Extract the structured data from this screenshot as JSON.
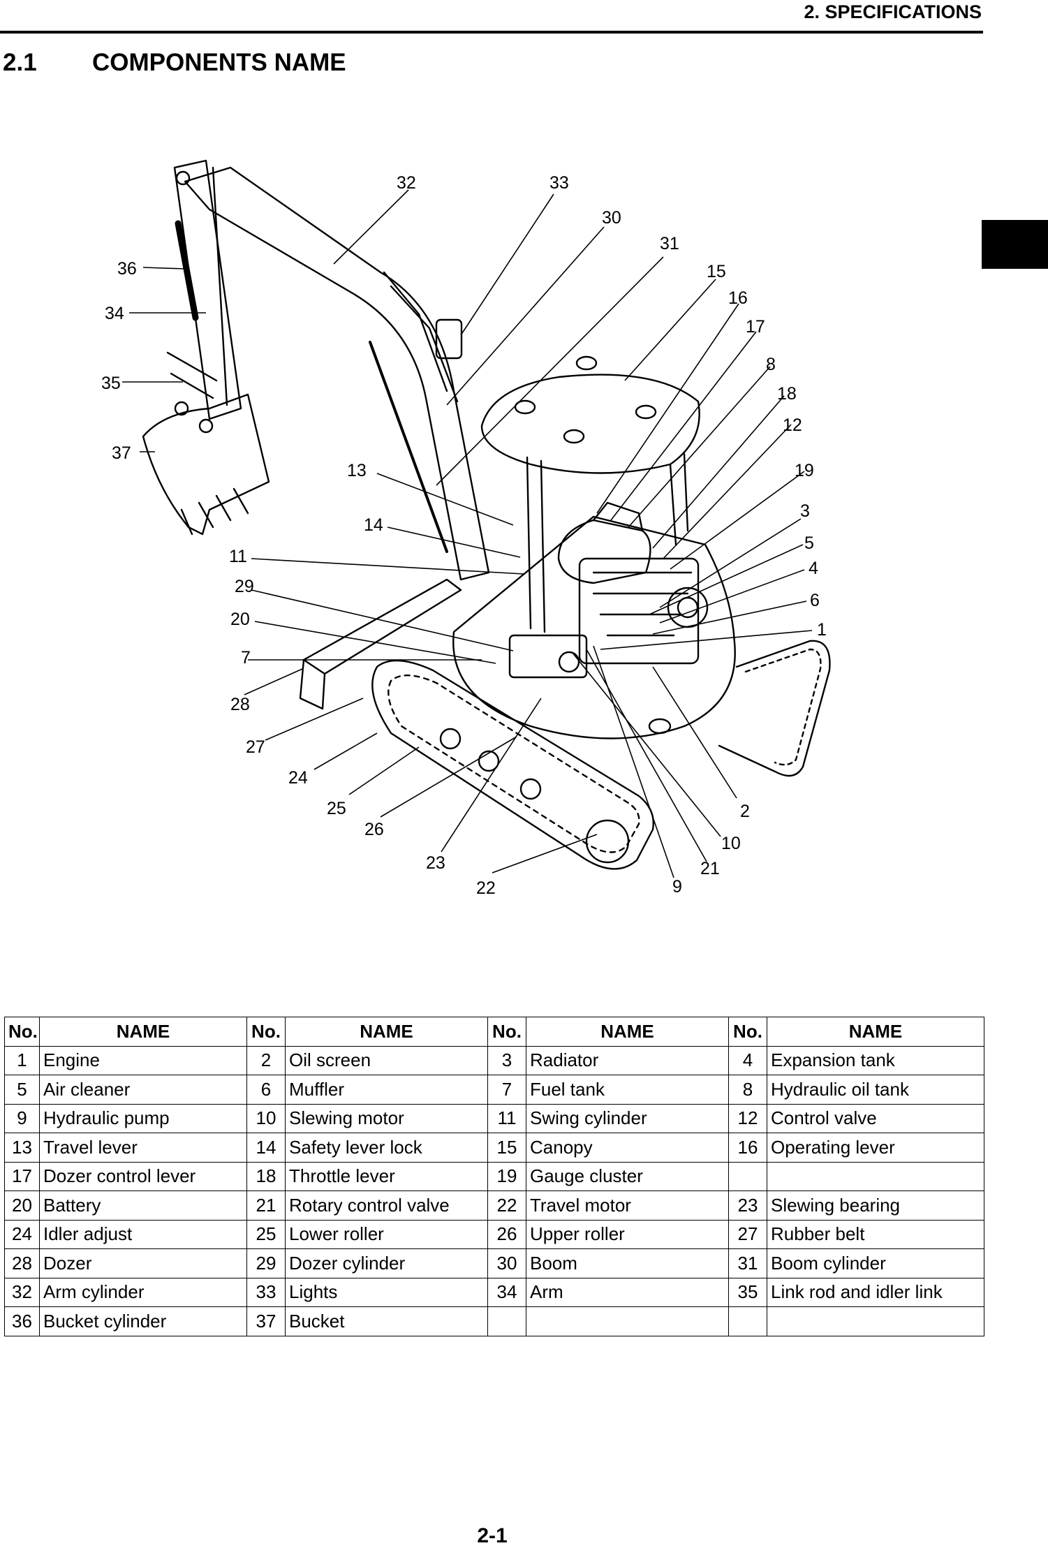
{
  "header": {
    "section": "2. SPECIFICATIONS"
  },
  "heading": {
    "number": "2.1",
    "title": "COMPONENTS NAME"
  },
  "callouts": [
    "1",
    "2",
    "3",
    "4",
    "5",
    "6",
    "7",
    "8",
    "9",
    "10",
    "11",
    "12",
    "13",
    "14",
    "15",
    "16",
    "17",
    "18",
    "19",
    "20",
    "21",
    "22",
    "23",
    "24",
    "25",
    "26",
    "27",
    "28",
    "29",
    "30",
    "31",
    "32",
    "33",
    "34",
    "35",
    "36",
    "37"
  ],
  "table": {
    "headers": [
      "No.",
      "NAME",
      "No.",
      "NAME",
      "No.",
      "NAME",
      "No.",
      "NAME"
    ],
    "rows": [
      [
        [
          "1",
          "Engine"
        ],
        [
          "2",
          "Oil screen"
        ],
        [
          "3",
          "Radiator"
        ],
        [
          "4",
          "Expansion tank"
        ]
      ],
      [
        [
          "5",
          "Air cleaner"
        ],
        [
          "6",
          "Muffler"
        ],
        [
          "7",
          "Fuel tank"
        ],
        [
          "8",
          "Hydraulic oil tank"
        ]
      ],
      [
        [
          "9",
          "Hydraulic pump"
        ],
        [
          "10",
          "Slewing motor"
        ],
        [
          "11",
          "Swing cylinder"
        ],
        [
          "12",
          "Control valve"
        ]
      ],
      [
        [
          "13",
          "Travel lever"
        ],
        [
          "14",
          "Safety lever lock"
        ],
        [
          "15",
          "Canopy"
        ],
        [
          "16",
          "Operating lever"
        ]
      ],
      [
        [
          "17",
          "Dozer control lever"
        ],
        [
          "18",
          "Throttle lever"
        ],
        [
          "19",
          "Gauge cluster"
        ],
        [
          "",
          ""
        ]
      ],
      [
        [
          "20",
          "Battery"
        ],
        [
          "21",
          "Rotary control valve"
        ],
        [
          "22",
          "Travel motor"
        ],
        [
          "23",
          "Slewing bearing"
        ]
      ],
      [
        [
          "24",
          "Idler adjust"
        ],
        [
          "25",
          "Lower roller"
        ],
        [
          "26",
          "Upper roller"
        ],
        [
          "27",
          "Rubber belt"
        ]
      ],
      [
        [
          "28",
          "Dozer"
        ],
        [
          "29",
          "Dozer cylinder"
        ],
        [
          "30",
          "Boom"
        ],
        [
          "31",
          "Boom cylinder"
        ]
      ],
      [
        [
          "32",
          "Arm cylinder"
        ],
        [
          "33",
          "Lights"
        ],
        [
          "34",
          "Arm"
        ],
        [
          "35",
          "Link rod and idler link"
        ]
      ],
      [
        [
          "36",
          "Bucket cylinder"
        ],
        [
          "37",
          "Bucket"
        ],
        [
          "",
          ""
        ],
        [
          "",
          ""
        ]
      ]
    ]
  },
  "footer": {
    "page_number": "2-1"
  }
}
